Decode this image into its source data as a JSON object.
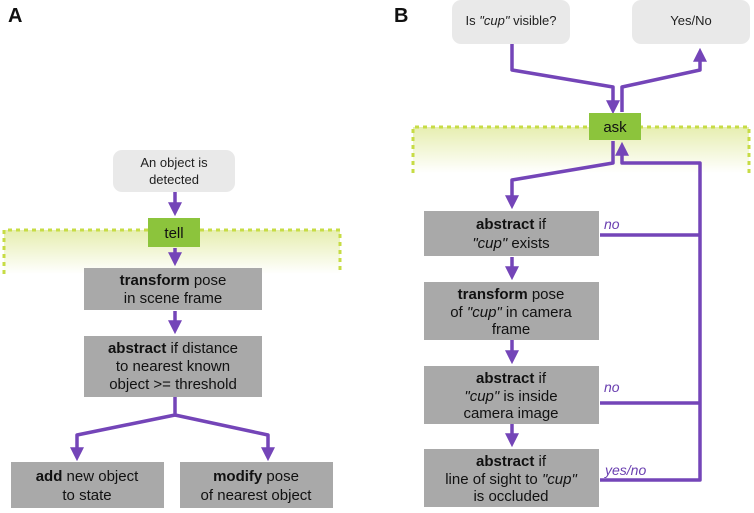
{
  "panel_a": {
    "letter": "A",
    "input": {
      "line1": "An object is",
      "line2": "detected"
    },
    "operation": "tell",
    "steps": [
      {
        "keyword": "transform",
        "rest1": " pose",
        "line2": "in scene frame"
      },
      {
        "keyword": "abstract",
        "rest1": " if distance",
        "line2": "to nearest known",
        "line3": "object >= threshold"
      }
    ],
    "branches": [
      {
        "keyword": "add",
        "rest1": " new object",
        "line2": "to state"
      },
      {
        "keyword": "modify",
        "rest1": " pose",
        "line2": "of nearest object"
      }
    ]
  },
  "panel_b": {
    "letter": "B",
    "question": {
      "pre": "Is ",
      "quoted": "\"cup\"",
      "post": " visible?"
    },
    "answer": "Yes/No",
    "operation": "ask",
    "steps": [
      {
        "keyword": "abstract",
        "rest1": " if",
        "quoted2": "\"cup\"",
        "rest2": " exists",
        "edge_label": "no"
      },
      {
        "keyword": "transform",
        "rest1": " pose",
        "pre2": "of ",
        "quoted2": "\"cup\"",
        "rest2": " in camera",
        "line3": "frame"
      },
      {
        "keyword": "abstract",
        "rest1": " if",
        "quoted2": "\"cup\"",
        "rest2": " is inside",
        "line3": "camera image",
        "edge_label": "no"
      },
      {
        "keyword": "abstract",
        "rest1": " if",
        "line2a": "line of sight to ",
        "quoted2": "\"cup\"",
        "line3": "is occluded",
        "edge_label": "yes/no"
      }
    ]
  },
  "colors": {
    "arrow": "#7445b8",
    "operation_box": "#8cc43c",
    "step_box": "#a9a9a9",
    "bubble": "#e9e9e9",
    "boundary_band": "#eef3c8",
    "boundary_dash": "#c7dc45"
  }
}
